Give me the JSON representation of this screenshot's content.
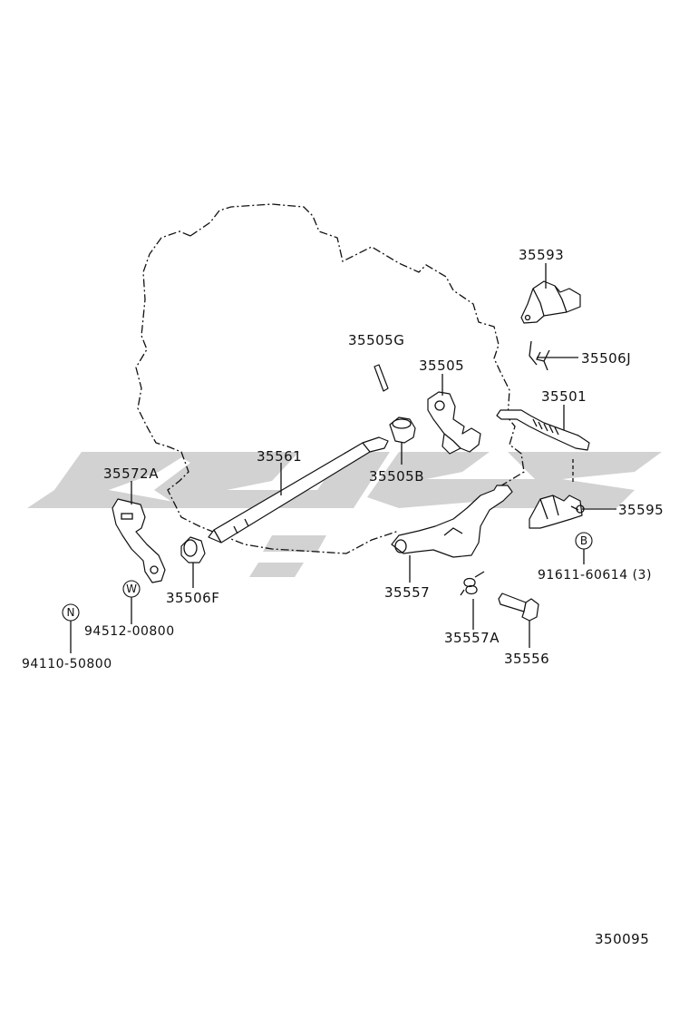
{
  "labels": {
    "p35593": "35593",
    "p35506J": "35506J",
    "p35505G": "35505G",
    "p35505": "35505",
    "p35501": "35501",
    "p35561": "35561",
    "p35505B": "35505B",
    "p35572A": "35572A",
    "p35595": "35595",
    "p91611": "91611-60614 (3)",
    "p35506F": "35506F",
    "p35557": "35557",
    "p94512": "94512-00800",
    "p94110": "94110-50800",
    "p35557A": "35557A",
    "p35556": "35556",
    "figure_no": "350095"
  },
  "markers": {
    "n": "N",
    "w": "W",
    "b": "B"
  },
  "colors": {
    "line": "#111111",
    "watermark": "#d2d2d2",
    "background": "#ffffff"
  }
}
